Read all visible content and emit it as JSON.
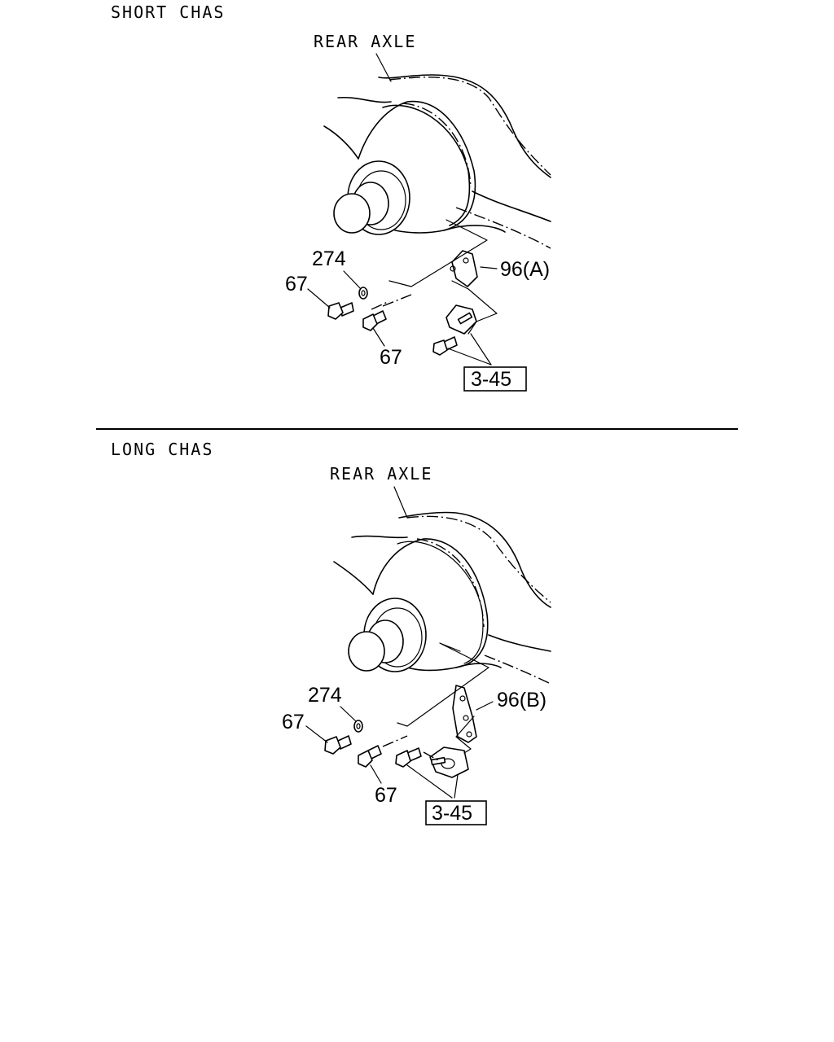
{
  "sections": [
    {
      "title": "SHORT CHAS",
      "axle_label": "REAR AXLE",
      "callouts": {
        "washer": "274",
        "bolt_left": "67",
        "bolt_bottom": "67",
        "bracket": "96(A)",
        "ref": "3-45"
      }
    },
    {
      "title": "LONG CHAS",
      "axle_label": "REAR AXLE",
      "callouts": {
        "washer": "274",
        "bolt_left": "67",
        "bolt_bottom": "67",
        "bracket": "96(B)",
        "ref": "3-45"
      }
    }
  ]
}
